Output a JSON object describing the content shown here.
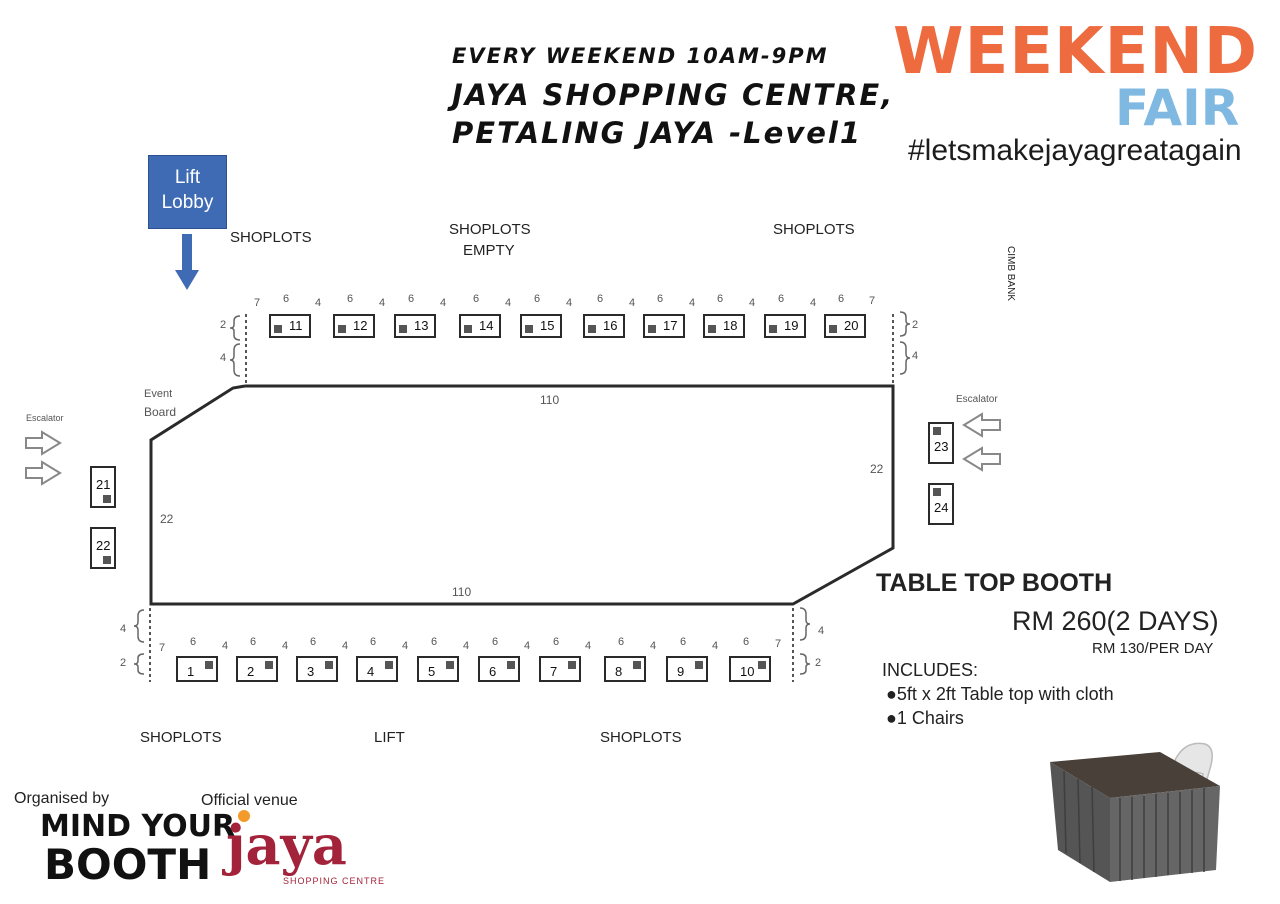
{
  "header": {
    "line1": "EVERY WEEKEND  10AM-9PM",
    "line2": "JAYA SHOPPING CENTRE,",
    "line3": "PETALING JAYA -Level1"
  },
  "brand": {
    "weekend": "WEEKEND",
    "fair": "FAIR",
    "hashtag": "#letsmakejayagreatagain",
    "colors": {
      "weekend": "#ee6a3f",
      "fair": "#7fb8e0"
    }
  },
  "lift_lobby": {
    "line1": "Lift",
    "line2": "Lobby"
  },
  "labels": {
    "shoplots_top_left": "SHOPLOTS",
    "shoplots_top_mid_1": "SHOPLOTS",
    "shoplots_top_mid_2": "EMPTY",
    "shoplots_top_right": "SHOPLOTS",
    "cimb": "CIMB BANK",
    "event_board_1": "Event",
    "event_board_2": "Board",
    "escalator_left": "Escalator",
    "escalator_right": "Escalator",
    "shoplots_bottom_left": "SHOPLOTS",
    "lift_bottom": "LIFT",
    "shoplots_bottom_right": "SHOPLOTS"
  },
  "dimensions": {
    "top_length": "110",
    "bottom_length": "110",
    "left_width": "22",
    "right_width": "22",
    "gap": "4",
    "booth_w": "6",
    "edge": "7",
    "depth": "2",
    "aisle": "4"
  },
  "booths": {
    "top": [
      "11",
      "12",
      "13",
      "14",
      "15",
      "16",
      "17",
      "18",
      "19",
      "20"
    ],
    "bottom": [
      "1",
      "2",
      "3",
      "4",
      "5",
      "6",
      "7",
      "8",
      "9",
      "10"
    ],
    "left": [
      "21",
      "22"
    ],
    "right": [
      "23",
      "24"
    ]
  },
  "pricing": {
    "title": "TABLE TOP BOOTH",
    "price": "RM 260(2 DAYS)",
    "per_day": "RM 130/PER DAY",
    "includes_title": "INCLUDES:",
    "items": [
      "5ft x 2ft Table top with cloth",
      "1 Chairs"
    ]
  },
  "footer": {
    "organised_by": "Organised by",
    "organiser_line1": "MIND YOUR",
    "organiser_line2": "BOOTH",
    "venue_label": "Official venue",
    "venue_logo": "jaya",
    "venue_sub": "SHOPPING CENTRE"
  }
}
